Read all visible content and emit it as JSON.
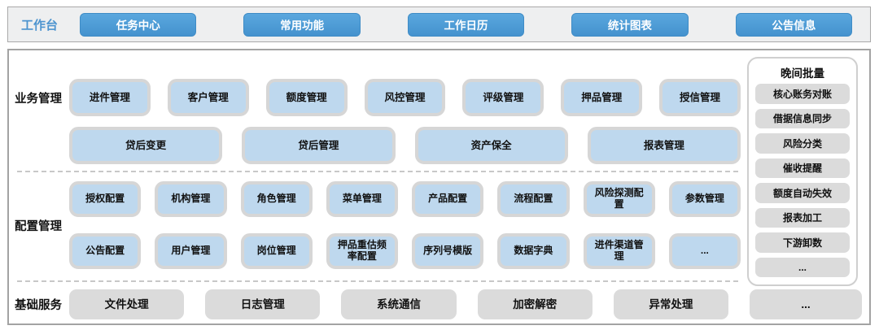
{
  "colors": {
    "accent-blue": "#4d9bd5",
    "label-blue": "#4d94cf",
    "box-blue": "#bed8ee",
    "box-gray": "#dbdbdb"
  },
  "topbar": {
    "label": "工作台",
    "buttons": [
      "任务中心",
      "常用功能",
      "工作日历",
      "统计图表",
      "公告信息"
    ]
  },
  "sections": {
    "business": {
      "label": "业务管理",
      "row1": [
        "进件管理",
        "客户管理",
        "额度管理",
        "风控管理",
        "评级管理",
        "押品管理",
        "授信管理"
      ],
      "row2": [
        "贷后变更",
        "贷后管理",
        "资产保全",
        "报表管理"
      ]
    },
    "config": {
      "label": "配置管理",
      "row1": [
        "授权配置",
        "机构管理",
        "角色管理",
        "菜单管理",
        "产品配置",
        "流程配置",
        "风险探测配置",
        "参数管理"
      ],
      "row2": [
        "公告配置",
        "用户管理",
        "岗位管理",
        "押品重估频率配置",
        "序列号模版",
        "数据字典",
        "进件渠道管理",
        "..."
      ]
    },
    "base": {
      "label": "基础服务",
      "row1": [
        "文件处理",
        "日志管理",
        "系统通信",
        "加密解密",
        "异常处理",
        "..."
      ]
    }
  },
  "sidebar": {
    "title": "晚间批量",
    "items": [
      "核心账务对账",
      "借据信息同步",
      "风险分类",
      "催收提醒",
      "额度自动失效",
      "报表加工",
      "下游卸数",
      "..."
    ]
  }
}
